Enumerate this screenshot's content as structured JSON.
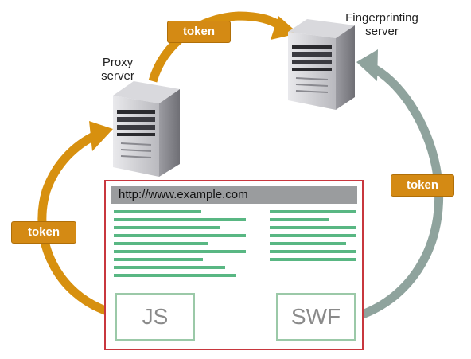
{
  "nodes": {
    "proxy": {
      "label_line1": "Proxy",
      "label_line2": "server"
    },
    "fingerprinting": {
      "label_line1": "Fingerprinting",
      "label_line2": "server"
    }
  },
  "tokens": {
    "left": "token",
    "top": "token",
    "right": "token"
  },
  "browser": {
    "url": "http://www.example.com",
    "js_label": "JS",
    "swf_label": "SWF"
  },
  "colors": {
    "orange_arrow": "#d7900f",
    "gray_arrow": "#8fa39d",
    "browser_border": "#c8373e",
    "content_lines": "#59b783",
    "module_border": "#9bc9a8"
  }
}
